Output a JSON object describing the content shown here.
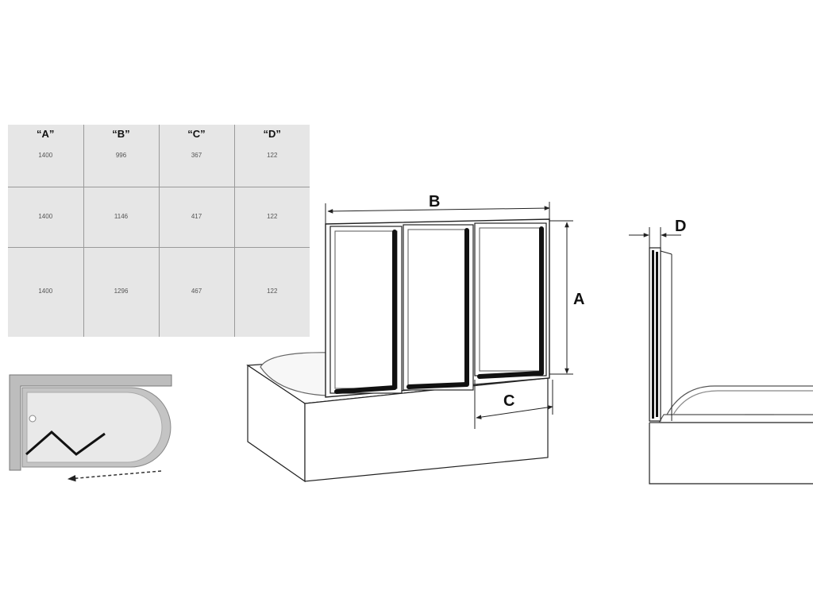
{
  "dimension_table": {
    "headers": [
      "“A”",
      "“B”",
      "“C”",
      "“D”"
    ],
    "rows": [
      [
        "1400",
        "996",
        "367",
        "122"
      ],
      [
        "1400",
        "1146",
        "417",
        "122"
      ],
      [
        "1400",
        "1296",
        "467",
        "122"
      ]
    ]
  },
  "labels": {
    "a": "A",
    "b": "B",
    "c": "C",
    "d": "D"
  },
  "colors": {
    "table_background": "#e6e6e6",
    "grid_lines": "#9a9a9a",
    "plan_fill": "#bdbdbd",
    "line": "#222222"
  }
}
